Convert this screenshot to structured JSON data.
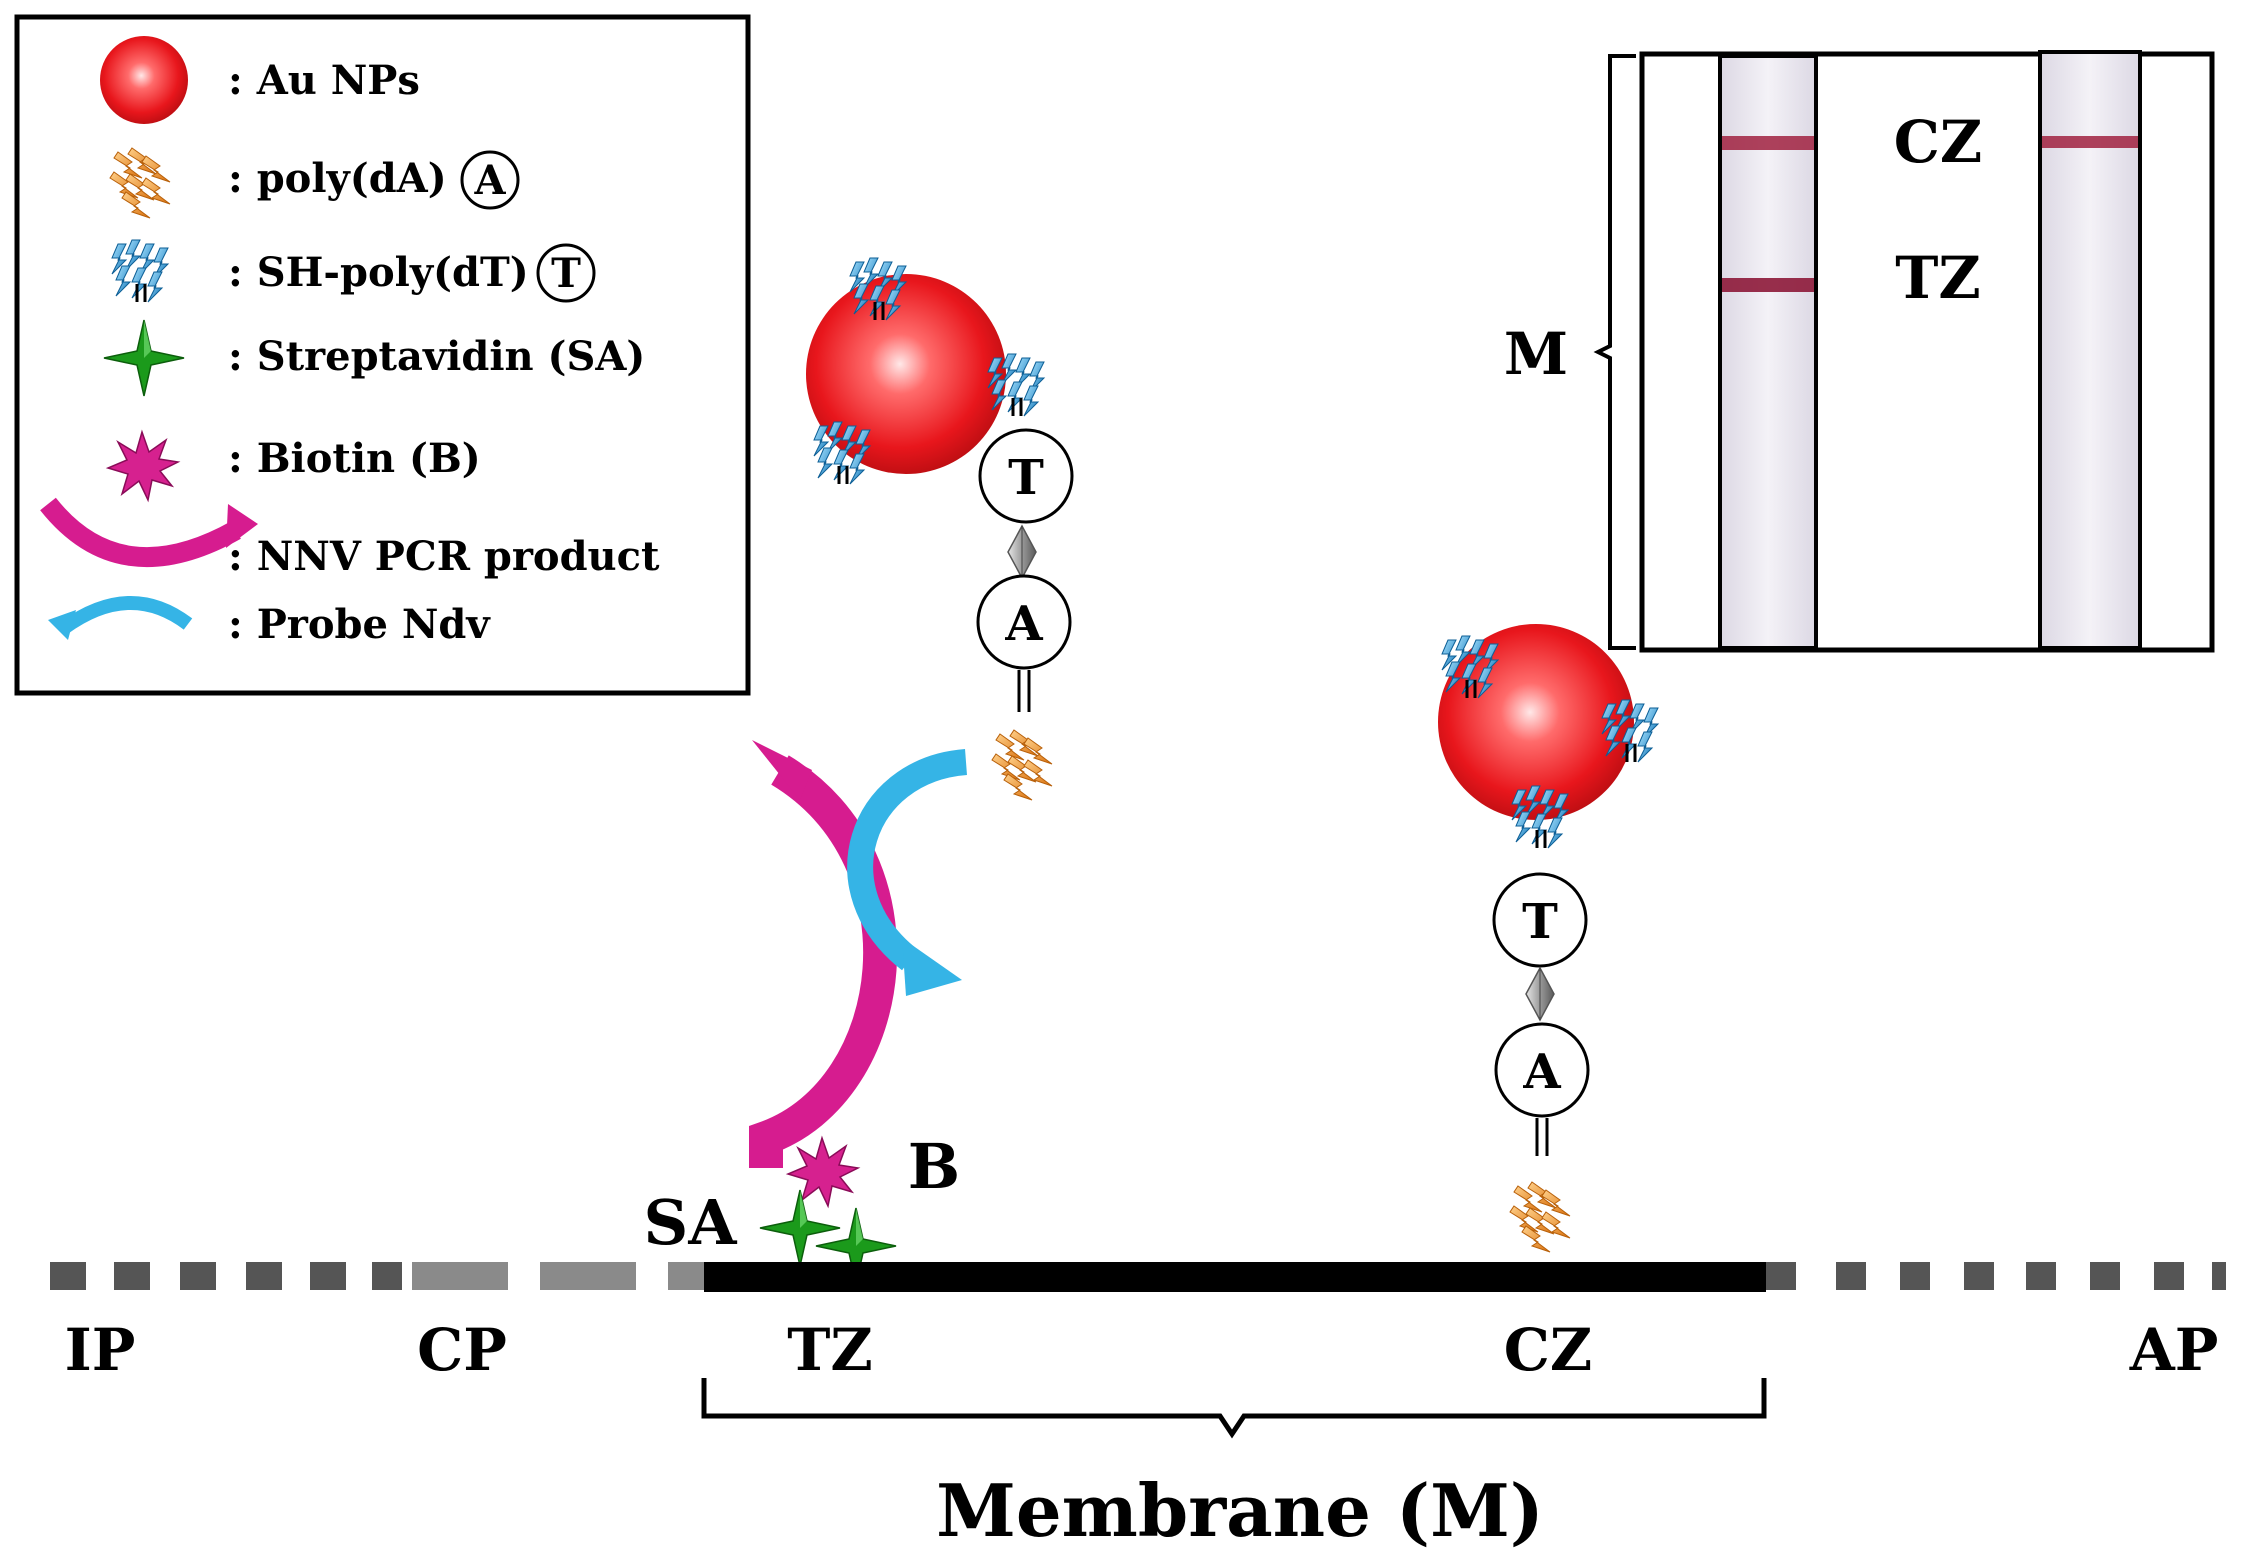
{
  "legend": {
    "items": [
      {
        "key": "au",
        "label": ": Au NPs"
      },
      {
        "key": "polya",
        "label": ": poly(dA)",
        "badge": "A"
      },
      {
        "key": "polyt",
        "label": ": SH-poly(dT)",
        "badge": "T"
      },
      {
        "key": "sa",
        "label": ": Streptavidin (SA)"
      },
      {
        "key": "biotin",
        "label": ": Biotin (B)"
      },
      {
        "key": "nnv",
        "label": ": NNV PCR product"
      },
      {
        "key": "probe",
        "label": ": Probe Ndv"
      }
    ]
  },
  "strip": {
    "segments": [
      "IP",
      "CP",
      "TZ",
      "CZ",
      "AP"
    ],
    "membrane_label": "Membrane (M)"
  },
  "inset": {
    "bracket_label": "M",
    "control_zone": "CZ",
    "test_zone": "TZ"
  },
  "markers": {
    "sa_label": "SA",
    "biotin_label": "B",
    "t_label": "T",
    "a_label": "A"
  },
  "colors": {
    "au_np": "#e8161c",
    "poly_da": "#f08c1e",
    "poly_dt": "#2aa3e0",
    "streptavidin": "#1b9a1b",
    "biotin": "#d6218f",
    "nnv_pcr": "#d61c8f",
    "probe": "#35b4e6",
    "membrane": "#000000",
    "pad": "#555555"
  }
}
